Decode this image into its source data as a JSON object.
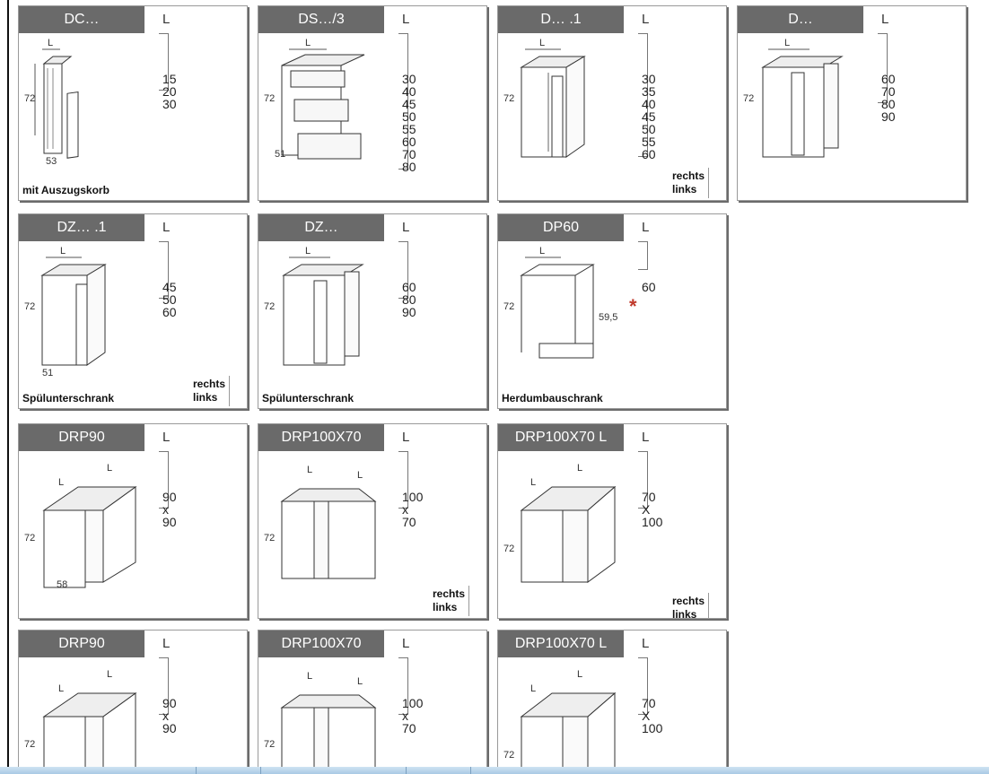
{
  "cards": [
    {
      "name": "DC…",
      "l": "L",
      "sizes": [
        "15",
        "20",
        "30"
      ],
      "caption": "mit Auszugskorb",
      "dims": {
        "h": "72",
        "w": "L",
        "d": "53"
      }
    },
    {
      "name": "DS…/3",
      "l": "L",
      "sizes": [
        "30",
        "40",
        "45",
        "50",
        "55",
        "60",
        "70",
        "80"
      ],
      "caption": "",
      "dims": {
        "h": "72",
        "w": "L",
        "d": "51"
      }
    },
    {
      "name": "D… .1",
      "l": "L",
      "sizes": [
        "30",
        "35",
        "40",
        "45",
        "50",
        "55",
        "60"
      ],
      "caption": "",
      "dims": {
        "h": "72",
        "w": "L"
      },
      "rechts": "rechts",
      "links": "links"
    },
    {
      "name": "D…",
      "l": "L",
      "sizes": [
        "60",
        "70",
        "80",
        "90"
      ],
      "caption": "",
      "dims": {
        "h": "72",
        "w": "L"
      }
    },
    {
      "name": "DZ… .1",
      "l": "L",
      "sizes": [
        "45",
        "50",
        "60"
      ],
      "caption": "Spülunterschrank",
      "dims": {
        "h": "72",
        "w": "L",
        "d": "51"
      },
      "rechts": "rechts",
      "links": "links"
    },
    {
      "name": "DZ…",
      "l": "L",
      "sizes": [
        "60",
        "80",
        "90"
      ],
      "caption": "Spülunterschrank",
      "dims": {
        "h": "72",
        "w": "L"
      }
    },
    {
      "name": "DP60",
      "l": "L",
      "sizes": [
        "60"
      ],
      "caption": "Herdumbauschrank",
      "dims": {
        "h": "72",
        "w": "L",
        "inner": "59,5"
      }
    },
    {
      "name": "DRP90",
      "l": "L",
      "sizes": [
        "90",
        "x",
        "90"
      ],
      "caption": "",
      "dims": {
        "h": "72",
        "w": "L",
        "w2": "L",
        "d": "58"
      }
    },
    {
      "name": "DRP100X70",
      "l": "L",
      "sizes": [
        "100",
        "x",
        "70"
      ],
      "caption": "",
      "dims": {
        "h": "72",
        "w": "L",
        "w2": "L"
      },
      "rechts": "rechts",
      "links": "links"
    },
    {
      "name": "DRP100X70 L",
      "l": "L",
      "sizes": [
        "70",
        "X",
        "100"
      ],
      "caption": "",
      "dims": {
        "h": "72",
        "w": "L",
        "w2": "L"
      },
      "rechts": "rechts",
      "links": "links"
    },
    {
      "name": "DRP90",
      "l": "L",
      "sizes": [
        "90",
        "x",
        "90"
      ],
      "caption": "",
      "dims": {
        "h": "72",
        "w": "L",
        "w2": "L"
      }
    },
    {
      "name": "DRP100X70",
      "l": "L",
      "sizes": [
        "100",
        "x",
        "70"
      ],
      "caption": "",
      "dims": {
        "h": "72",
        "w": "L",
        "w2": "L"
      }
    },
    {
      "name": "DRP100X70 L",
      "l": "L",
      "sizes": [
        "70",
        "X",
        "100"
      ],
      "caption": "",
      "dims": {
        "h": "72",
        "w": "L",
        "w2": "L"
      }
    }
  ],
  "colors": {
    "tab": "#6a6a6a",
    "star": "#c0392b"
  }
}
